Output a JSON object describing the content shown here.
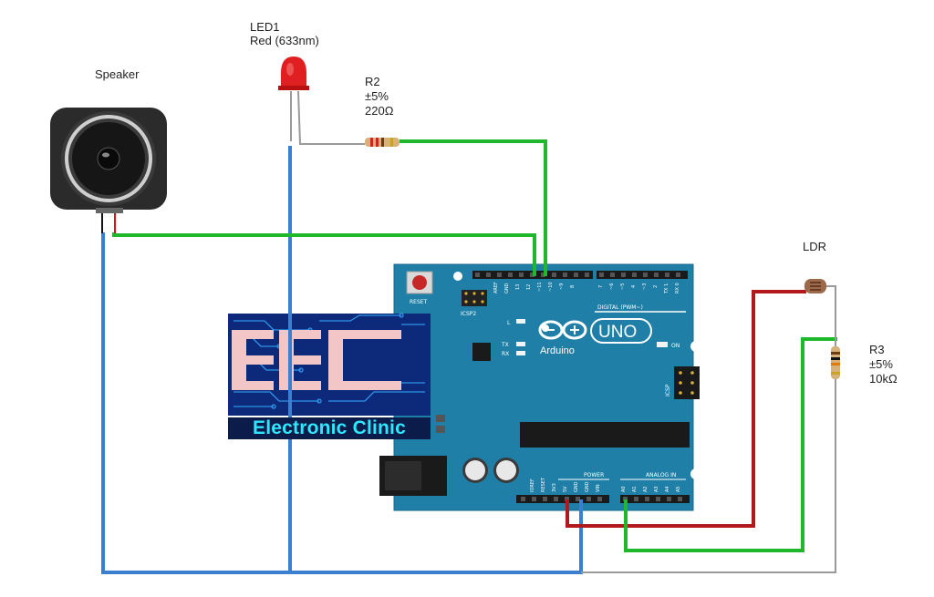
{
  "labels": {
    "speaker": "Speaker",
    "led1_name": "LED1",
    "led1_color": "Red (633nm)",
    "r2_name": "R2",
    "r2_tol": "±5%",
    "r2_val": "220Ω",
    "ldr": "LDR",
    "r3_name": "R3",
    "r3_tol": "±5%",
    "r3_val": "10kΩ"
  },
  "board": {
    "logo": "Arduino",
    "model": "UNO",
    "reset": "RESET",
    "icsp2": "ICSP2",
    "icsp": "ICSP",
    "digital": "DIGITAL (PWM~)",
    "analog_in": "ANALOG IN",
    "power": "POWER",
    "on": "ON",
    "tx": "TX",
    "rx": "RX",
    "l": "L",
    "aref": "AREF",
    "gnd": "GND",
    "p13": "13",
    "p12": "12",
    "p11": "~11",
    "p10": "~10",
    "p9": "~9",
    "p8": "8",
    "p7": "7",
    "p6": "~6",
    "p5": "~5",
    "p4": "4",
    "p3": "~3",
    "p2": "2",
    "p1": "TX 1",
    "p0": "RX 0",
    "ioref": "IOREF",
    "reset_pin": "RESET",
    "v33": "3V3",
    "v5": "5V",
    "gnd1": "GND",
    "gnd2": "GND",
    "vin": "VIN",
    "a0": "A0",
    "a1": "A1",
    "a2": "A2",
    "a3": "A3",
    "a4": "A4",
    "a5": "A5"
  },
  "watermark": "Electronic Clinic",
  "colors": {
    "board": "#1f7fa6",
    "wire_blue": "#3a7fd0",
    "wire_green": "#1fb82c",
    "wire_red": "#b3191b",
    "wire_gray": "#9a9a9a"
  }
}
